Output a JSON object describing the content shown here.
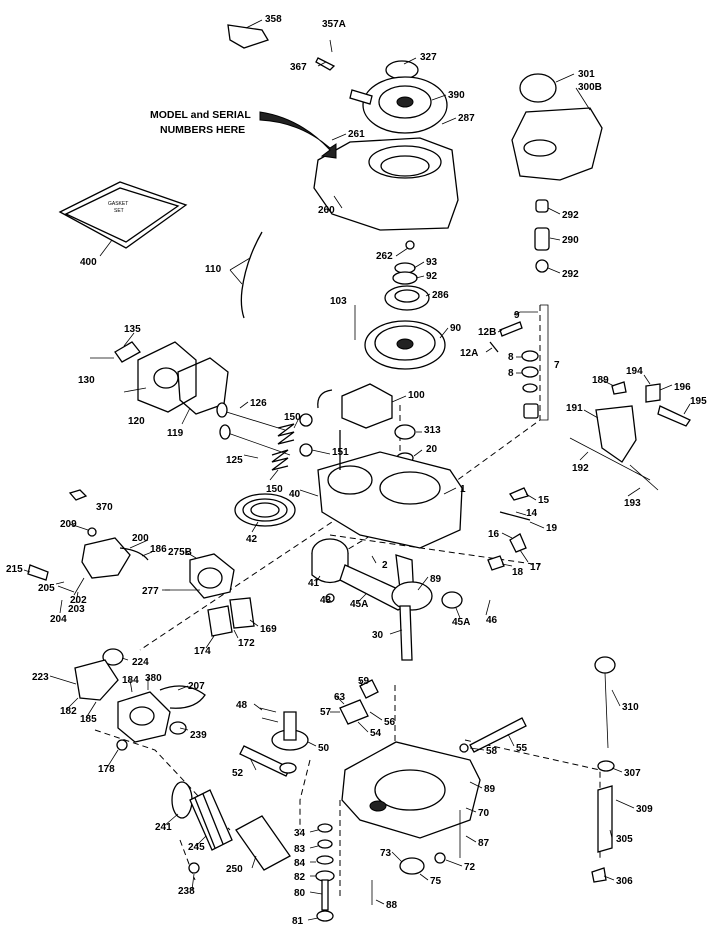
{
  "model_note": {
    "line1": "MODEL and SERIAL",
    "line2": "NUMBERS HERE"
  },
  "gasket_set": {
    "line1": "GASKET",
    "line2": "SET"
  },
  "callouts": [
    {
      "id": "c358",
      "label": "358"
    },
    {
      "id": "c357A",
      "label": "357A"
    },
    {
      "id": "c367",
      "label": "367"
    },
    {
      "id": "c327",
      "label": "327"
    },
    {
      "id": "c390",
      "label": "390"
    },
    {
      "id": "c287",
      "label": "287"
    },
    {
      "id": "c261",
      "label": "261"
    },
    {
      "id": "c260",
      "label": "260"
    },
    {
      "id": "c301",
      "label": "301"
    },
    {
      "id": "c300B",
      "label": "300B"
    },
    {
      "id": "c292a",
      "label": "292"
    },
    {
      "id": "c290",
      "label": "290"
    },
    {
      "id": "c292b",
      "label": "292"
    },
    {
      "id": "c400",
      "label": "400"
    },
    {
      "id": "c110",
      "label": "110"
    },
    {
      "id": "c262",
      "label": "262"
    },
    {
      "id": "c93",
      "label": "93"
    },
    {
      "id": "c92",
      "label": "92"
    },
    {
      "id": "c286",
      "label": "286"
    },
    {
      "id": "c103",
      "label": "103"
    },
    {
      "id": "c90",
      "label": "90"
    },
    {
      "id": "c9",
      "label": "9"
    },
    {
      "id": "c12B",
      "label": "12B"
    },
    {
      "id": "c12A",
      "label": "12A"
    },
    {
      "id": "c8a",
      "label": "8"
    },
    {
      "id": "c8b",
      "label": "8"
    },
    {
      "id": "c7",
      "label": "7"
    },
    {
      "id": "c135",
      "label": "135"
    },
    {
      "id": "c130",
      "label": "130"
    },
    {
      "id": "c120",
      "label": "120"
    },
    {
      "id": "c119",
      "label": "119"
    },
    {
      "id": "c126",
      "label": "126"
    },
    {
      "id": "c100",
      "label": "100"
    },
    {
      "id": "c313",
      "label": "313"
    },
    {
      "id": "c150a",
      "label": "150"
    },
    {
      "id": "c20",
      "label": "20"
    },
    {
      "id": "c151",
      "label": "151"
    },
    {
      "id": "c125",
      "label": "125"
    },
    {
      "id": "c150b",
      "label": "150"
    },
    {
      "id": "c40",
      "label": "40"
    },
    {
      "id": "c1",
      "label": "1"
    },
    {
      "id": "c42",
      "label": "42"
    },
    {
      "id": "c189",
      "label": "189"
    },
    {
      "id": "c194",
      "label": "194"
    },
    {
      "id": "c196",
      "label": "196"
    },
    {
      "id": "c195",
      "label": "195"
    },
    {
      "id": "c191",
      "label": "191"
    },
    {
      "id": "c192",
      "label": "192"
    },
    {
      "id": "c193",
      "label": "193"
    },
    {
      "id": "c370",
      "label": "370"
    },
    {
      "id": "c209",
      "label": "209"
    },
    {
      "id": "c200",
      "label": "200"
    },
    {
      "id": "c186",
      "label": "186"
    },
    {
      "id": "c275B",
      "label": "275B"
    },
    {
      "id": "c215",
      "label": "215"
    },
    {
      "id": "c205",
      "label": "205"
    },
    {
      "id": "c202",
      "label": "202"
    },
    {
      "id": "c203",
      "label": "203"
    },
    {
      "id": "c204",
      "label": "204"
    },
    {
      "id": "c277",
      "label": "277"
    },
    {
      "id": "c15",
      "label": "15"
    },
    {
      "id": "c14",
      "label": "14"
    },
    {
      "id": "c19",
      "label": "19"
    },
    {
      "id": "c16",
      "label": "16"
    },
    {
      "id": "c18",
      "label": "18"
    },
    {
      "id": "c17",
      "label": "17"
    },
    {
      "id": "c2",
      "label": "2"
    },
    {
      "id": "c89a",
      "label": "89"
    },
    {
      "id": "c41",
      "label": "41"
    },
    {
      "id": "c43",
      "label": "43"
    },
    {
      "id": "c45Aa",
      "label": "45A"
    },
    {
      "id": "c45Ab",
      "label": "45A"
    },
    {
      "id": "c46",
      "label": "46"
    },
    {
      "id": "c30",
      "label": "30"
    },
    {
      "id": "c169",
      "label": "169"
    },
    {
      "id": "c172",
      "label": "172"
    },
    {
      "id": "c174",
      "label": "174"
    },
    {
      "id": "c224",
      "label": "224"
    },
    {
      "id": "c223",
      "label": "223"
    },
    {
      "id": "c184",
      "label": "184"
    },
    {
      "id": "c380",
      "label": "380"
    },
    {
      "id": "c207",
      "label": "207"
    },
    {
      "id": "c182",
      "label": "182"
    },
    {
      "id": "c185",
      "label": "185"
    },
    {
      "id": "c239",
      "label": "239"
    },
    {
      "id": "c178",
      "label": "178"
    },
    {
      "id": "c59",
      "label": "59"
    },
    {
      "id": "c63",
      "label": "63"
    },
    {
      "id": "c57",
      "label": "57"
    },
    {
      "id": "c56",
      "label": "56"
    },
    {
      "id": "c54",
      "label": "54"
    },
    {
      "id": "c48",
      "label": "48"
    },
    {
      "id": "c50",
      "label": "50"
    },
    {
      "id": "c52",
      "label": "52"
    },
    {
      "id": "c55",
      "label": "55"
    },
    {
      "id": "c58",
      "label": "58"
    },
    {
      "id": "c89b",
      "label": "89"
    },
    {
      "id": "c70",
      "label": "70"
    },
    {
      "id": "c310",
      "label": "310"
    },
    {
      "id": "c307",
      "label": "307"
    },
    {
      "id": "c309",
      "label": "309"
    },
    {
      "id": "c305",
      "label": "305"
    },
    {
      "id": "c306",
      "label": "306"
    },
    {
      "id": "c241",
      "label": "241"
    },
    {
      "id": "c245",
      "label": "245"
    },
    {
      "id": "c250",
      "label": "250"
    },
    {
      "id": "c238",
      "label": "238"
    },
    {
      "id": "c34",
      "label": "34"
    },
    {
      "id": "c83",
      "label": "83"
    },
    {
      "id": "c84",
      "label": "84"
    },
    {
      "id": "c82",
      "label": "82"
    },
    {
      "id": "c80",
      "label": "80"
    },
    {
      "id": "c81",
      "label": "81"
    },
    {
      "id": "c88",
      "label": "88"
    },
    {
      "id": "c73",
      "label": "73"
    },
    {
      "id": "c87",
      "label": "87"
    },
    {
      "id": "c72",
      "label": "72"
    },
    {
      "id": "c75",
      "label": "75"
    }
  ]
}
